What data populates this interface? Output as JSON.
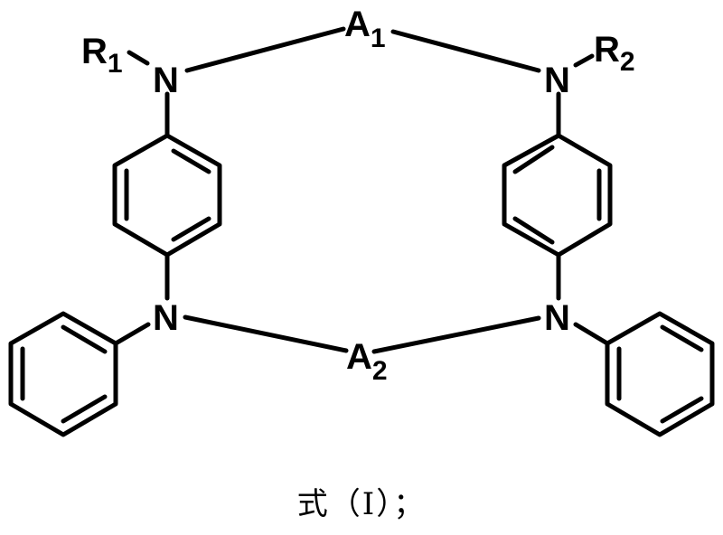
{
  "figure": {
    "caption": "式（Ⅰ）；",
    "atoms": {
      "R1": {
        "label": "R",
        "sub": "1"
      },
      "R2": {
        "label": "R",
        "sub": "2"
      },
      "A1": {
        "label": "A",
        "sub": "1"
      },
      "A2": {
        "label": "A",
        "sub": "2"
      },
      "N_top_left": {
        "label": "N"
      },
      "N_top_right": {
        "label": "N"
      },
      "N_bottom_left": {
        "label": "N"
      },
      "N_bottom_right": {
        "label": "N"
      }
    },
    "rings": [
      "para-phenylene-left",
      "para-phenylene-right",
      "phenyl-left",
      "phenyl-right"
    ],
    "colors": {
      "stroke": "#000000",
      "background": "#ffffff"
    }
  }
}
